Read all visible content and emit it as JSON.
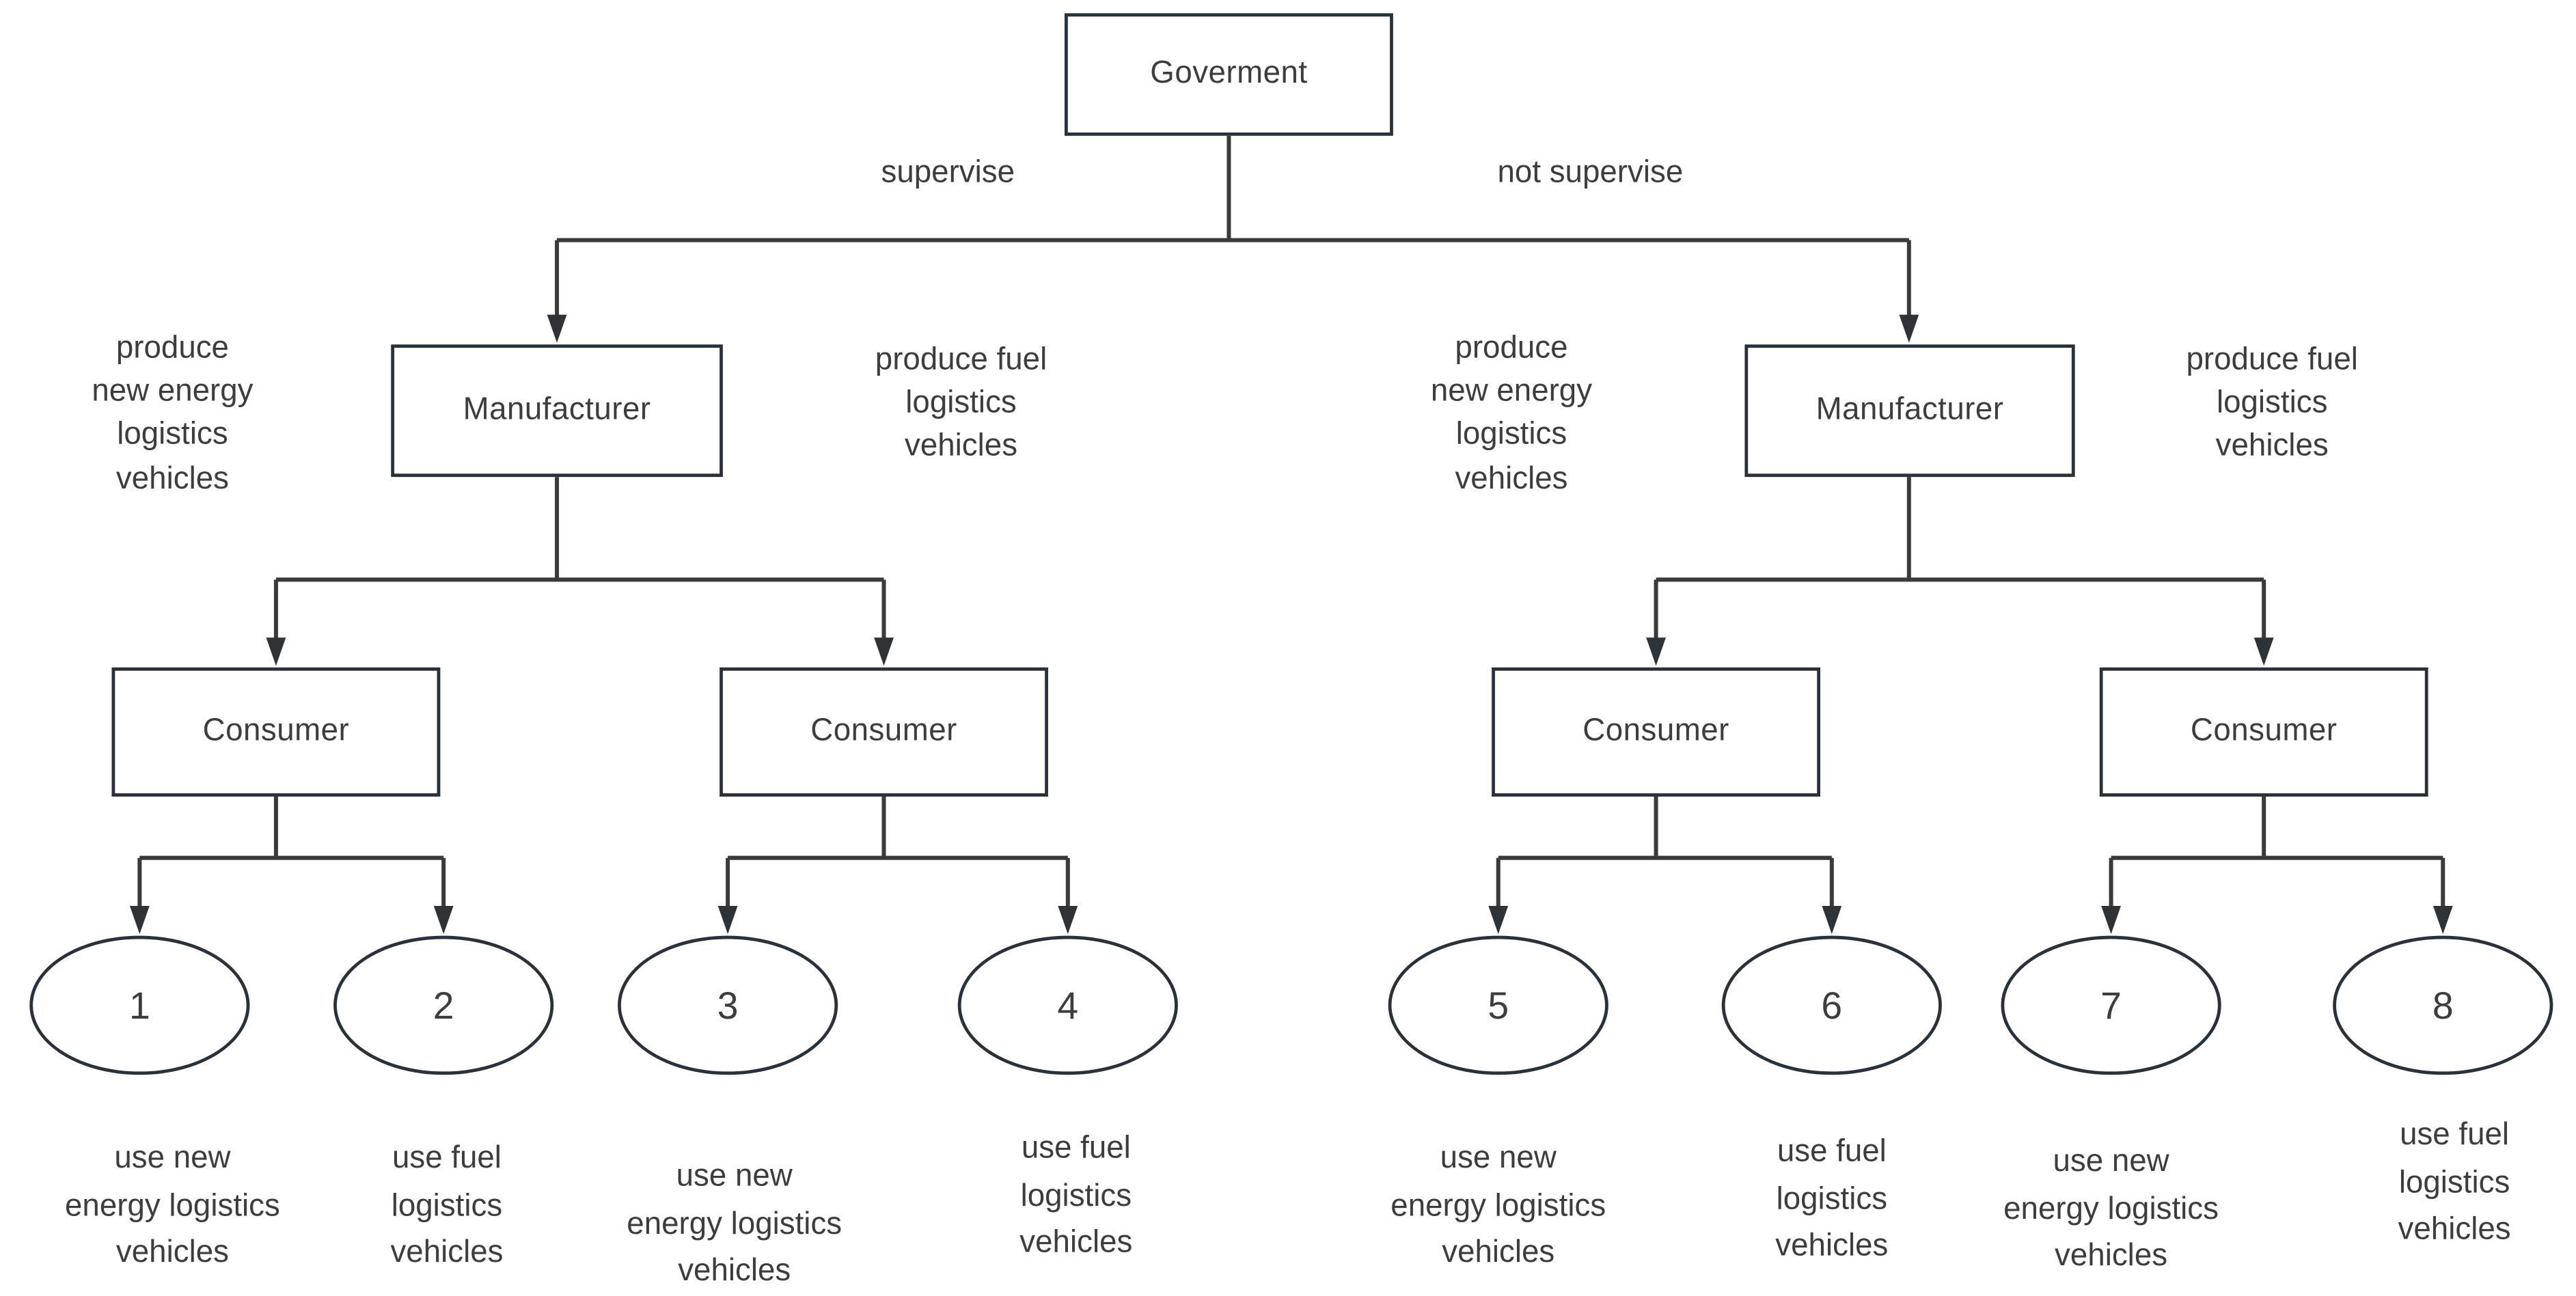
{
  "diagram": {
    "title_implicit": "government supervision decision tree",
    "colors": {
      "background": "#ffffff",
      "node_border": "#28323c",
      "edge_line": "#3a3a3a",
      "text": "#3d3d3d"
    },
    "government": {
      "label": "Goverment"
    },
    "level1_edges": {
      "left_label": "supervise",
      "right_label": "not supervise"
    },
    "branches": [
      {
        "manufacturer_label": "Manufacturer",
        "produce_left": "produce\nnew energy\nlogistics\nvehicles",
        "produce_right": "produce fuel\nlogistics\nvehicles",
        "consumers": [
          {
            "label": "Consumer",
            "outcomes": [
              {
                "number": "1",
                "caption": "use new\nenergy logistics\nvehicles"
              },
              {
                "number": "2",
                "caption": "use fuel\nlogistics\nvehicles"
              }
            ]
          },
          {
            "label": "Consumer",
            "outcomes": [
              {
                "number": "3",
                "caption": "use new\nenergy logistics\nvehicles"
              },
              {
                "number": "4",
                "caption": "use fuel\nlogistics\nvehicles"
              }
            ]
          }
        ]
      },
      {
        "manufacturer_label": "Manufacturer",
        "produce_left": "produce\nnew energy\nlogistics\nvehicles",
        "produce_right": "produce fuel\nlogistics\nvehicles",
        "consumers": [
          {
            "label": "Consumer",
            "outcomes": [
              {
                "number": "5",
                "caption": "use new\nenergy logistics\nvehicles"
              },
              {
                "number": "6",
                "caption": "use fuel\nlogistics\nvehicles"
              }
            ]
          },
          {
            "label": "Consumer",
            "outcomes": [
              {
                "number": "7",
                "caption": "use new\nenergy logistics\nvehicles"
              },
              {
                "number": "8",
                "caption": "use fuel\nlogistics\nvehicles"
              }
            ]
          }
        ]
      }
    ]
  }
}
